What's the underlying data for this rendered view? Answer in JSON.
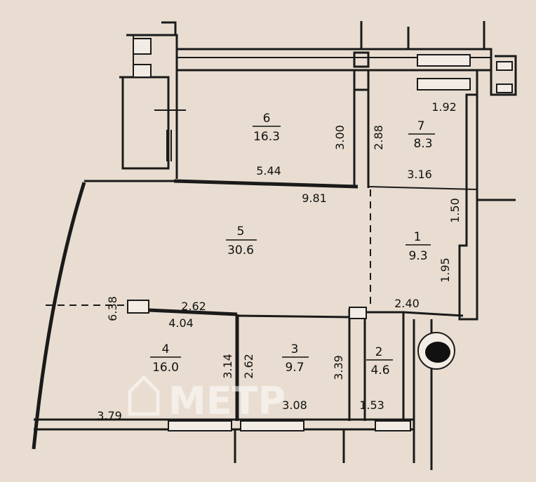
{
  "rooms": [
    {
      "number": "1",
      "area": "9.3"
    },
    {
      "number": "2",
      "area": "4.6"
    },
    {
      "number": "3",
      "area": "9.7"
    },
    {
      "number": "4",
      "area": "16.0"
    },
    {
      "number": "5",
      "area": "30.6"
    },
    {
      "number": "6",
      "area": "16.3"
    },
    {
      "number": "7",
      "area": "8.3"
    }
  ],
  "dimensions": [
    "1.92",
    "3.00",
    "2.88",
    "5.44",
    "3.16",
    "9.81",
    "1.50",
    "1.95",
    "6.38",
    "2.62",
    "4.04",
    "2.40",
    "3.14",
    "2.62",
    "3.39",
    "3.08",
    "1.53",
    "3.79"
  ],
  "watermark": "МЕТР",
  "colors": {
    "paper": "#e8ddd0",
    "ink": "#1a1a1a",
    "watermark": "#ffffff"
  }
}
